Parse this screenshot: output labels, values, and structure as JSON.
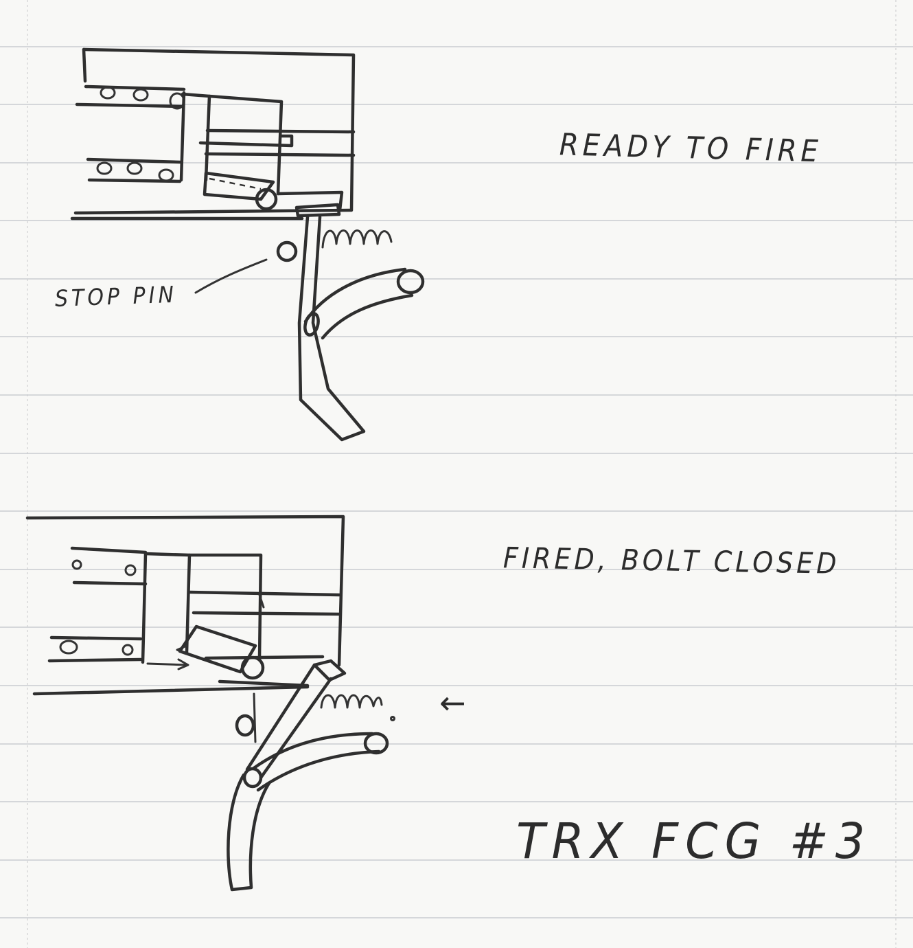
{
  "labels": {
    "ready_to_fire": "READY TO FIRE",
    "stop_pin": "STOP PIN",
    "fired_bolt_closed": "FIRED, BOLT CLOSED",
    "title": "TRX FCG #3",
    "direction_arrow": "←"
  },
  "colors": {
    "ink": "#2f2f2f",
    "paper": "#f8f8f6",
    "ruled_line": "#c9ccd0"
  }
}
